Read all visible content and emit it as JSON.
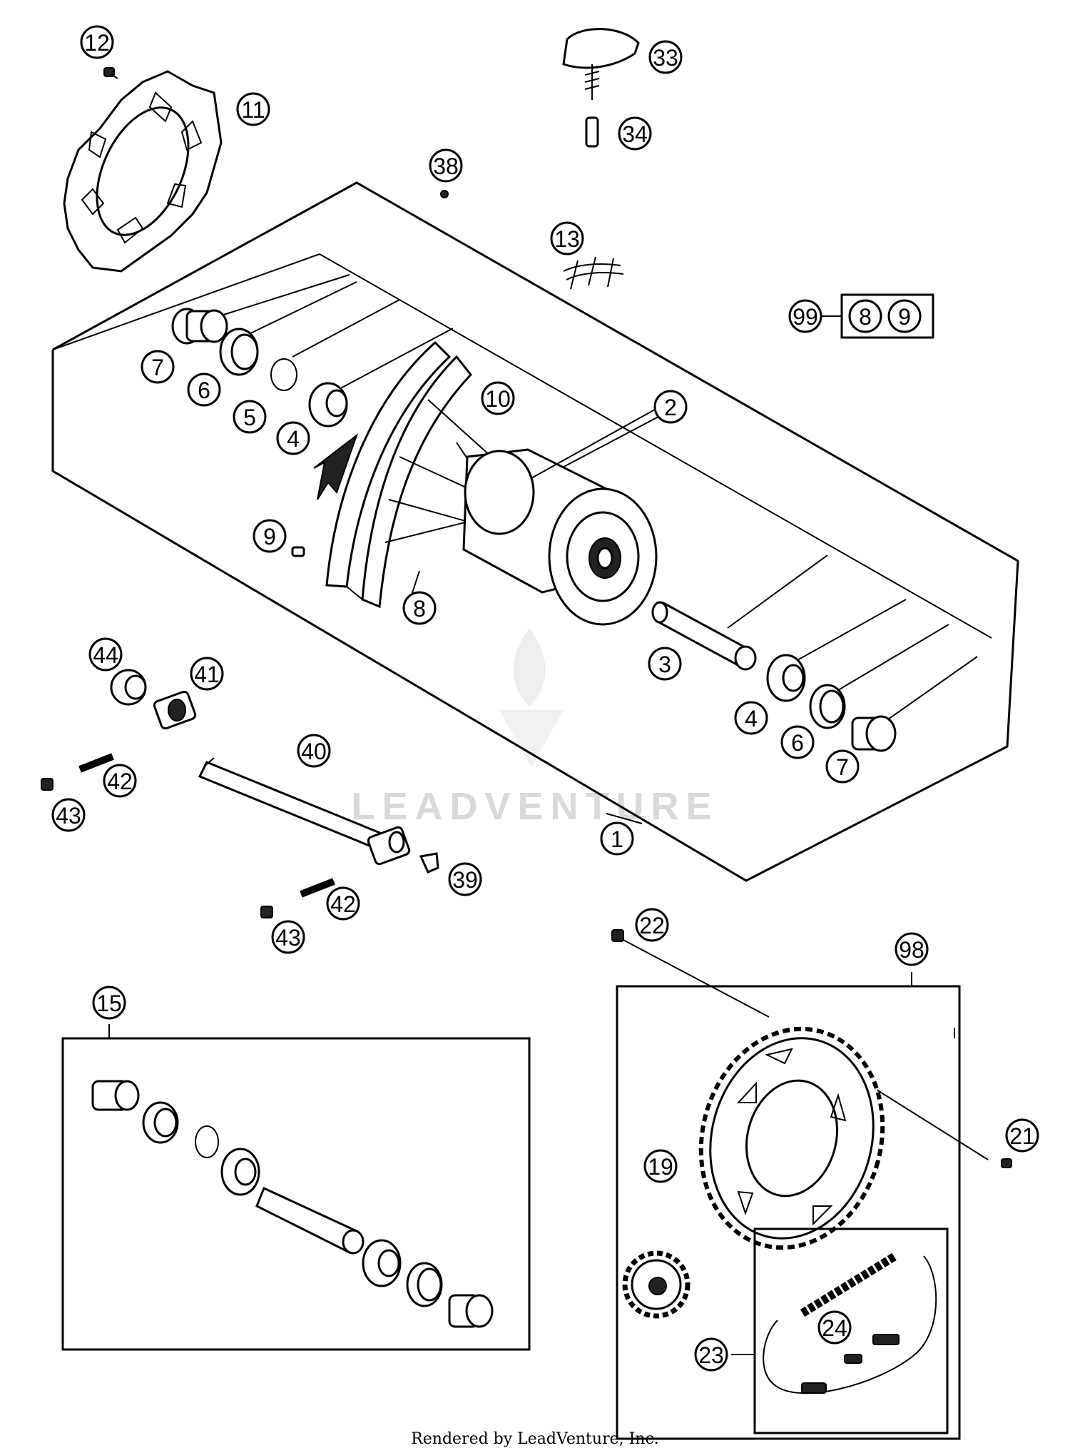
{
  "diagram": {
    "callouts": {
      "p1": "1",
      "p2": "2",
      "p3": "3",
      "p4a": "4",
      "p4b": "4",
      "p5": "5",
      "p6a": "6",
      "p6b": "6",
      "p7a": "7",
      "p7b": "7",
      "p8": "8",
      "p9": "9",
      "p10": "10",
      "p11": "11",
      "p12": "12",
      "p13": "13",
      "p15": "15",
      "p19": "19",
      "p21": "21",
      "p22": "22",
      "p23": "23",
      "p24": "24",
      "p33": "33",
      "p34": "34",
      "p38": "38",
      "p39": "39",
      "p40": "40",
      "p41": "41",
      "p42a": "42",
      "p42b": "42",
      "p43a": "43",
      "p43b": "43",
      "p44": "44",
      "p98": "98",
      "p99": "99",
      "kit8": "8",
      "kit9": "9"
    },
    "watermark": "LEADVENTURE",
    "footer": "Rendered by LeadVenture, Inc."
  }
}
